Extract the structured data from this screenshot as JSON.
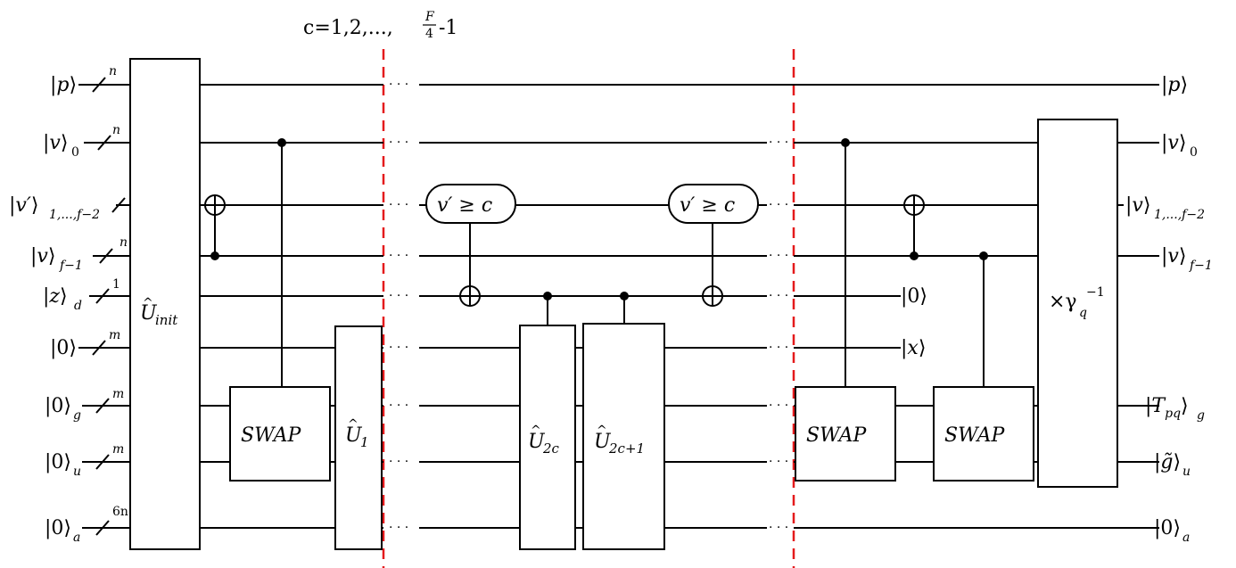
{
  "header": {
    "loop_label": "c=1,2,...,",
    "frac_num": "F",
    "frac_den": "4",
    "loop_tail": "-1"
  },
  "inputs": [
    {
      "ket": "p",
      "sub": "",
      "size": "n"
    },
    {
      "ket": "v",
      "sub": "0",
      "size": "n"
    },
    {
      "ket": "v′",
      "sub": "1,...,f−2",
      "size": ""
    },
    {
      "ket": "v",
      "sub": "f−1",
      "size": "n"
    },
    {
      "ket": "z",
      "sub": "d",
      "size": "1"
    },
    {
      "ket": "0",
      "sub": "",
      "size": "m"
    },
    {
      "ket": "0",
      "sub": "g",
      "size": "m"
    },
    {
      "ket": "0",
      "sub": "u",
      "size": "m"
    },
    {
      "ket": "0",
      "sub": "a",
      "size": "6n"
    }
  ],
  "outputs": [
    {
      "ket": "p",
      "sub": ""
    },
    {
      "ket": "v",
      "sub": "0"
    },
    {
      "ket": "v",
      "sub": "1,...,f−2"
    },
    {
      "ket": "v",
      "sub": "f−1"
    },
    {
      "ket": "T",
      "ksub": "pq",
      "sub": "g"
    },
    {
      "ket": "g̃",
      "sub": "u"
    },
    {
      "ket": "0",
      "sub": "a"
    }
  ],
  "mid_outputs": [
    {
      "ket": "0",
      "sub": ""
    },
    {
      "ket": "x",
      "sub": ""
    }
  ],
  "gates": {
    "u_init": {
      "base": "U",
      "sub": "init"
    },
    "swap": "SWAP",
    "u1": {
      "base": "U",
      "sub": "1"
    },
    "u2c": {
      "base": "U",
      "sub": "2c"
    },
    "u2c1": {
      "base": "U",
      "sub": "2c+1"
    },
    "cond": "v′ ≥ c",
    "gamma": {
      "pre": "×γ",
      "sub": "q",
      "sup": "−1"
    }
  },
  "dots": "· · ·"
}
